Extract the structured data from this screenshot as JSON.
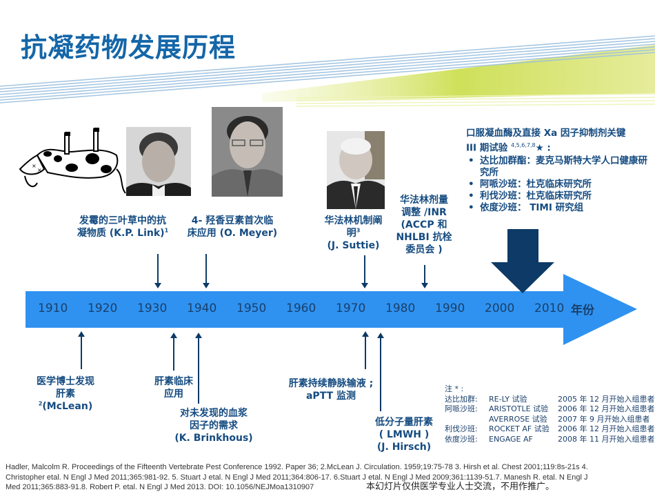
{
  "title": "抗凝药物发展历程",
  "colors": {
    "title": "#1466a8",
    "timeline_arrow": "#2f92f0",
    "dark_arrow": "#0d3a66",
    "label_text": "#154b80",
    "swoosh_green": "#d4e26a",
    "swoosh_blue": "#7fb4de"
  },
  "images": [
    {
      "name": "dead-cow-cartoon",
      "description": "cartoon of a cow lying on its back"
    },
    {
      "name": "portrait-link",
      "description": "portrait of K.P. Link"
    },
    {
      "name": "portrait-meyer",
      "description": "portrait of O. Meyer"
    },
    {
      "name": "portrait-suttie",
      "description": "portrait of J. Suttie"
    }
  ],
  "timeline": {
    "years": [
      "1910",
      "1920",
      "1930",
      "1940",
      "1950",
      "1960",
      "1970",
      "1980",
      "1990",
      "2000",
      "2010"
    ],
    "unit": "年份"
  },
  "events_above": [
    {
      "line1": "发霉的三叶草中的抗",
      "line2": "凝物质 (K.P. Link)",
      "sup": "1"
    },
    {
      "line1": "4- 羟香豆素首次临",
      "line2": "床应用 (O. Meyer)"
    },
    {
      "line1": "华法林机制阐",
      "line2": "明",
      "sup": "3",
      "line3": "(J. Suttie)"
    },
    {
      "line1": "华法林剂量",
      "line2": "调整 /INR",
      "line3": "(ACCP 和",
      "line4": "NHLBI 抗栓",
      "line5": "委员会 )"
    }
  ],
  "events_below": [
    {
      "line1": "医学博士发现",
      "line2": "肝素",
      "sup": "2",
      "line3": "(McLean)"
    },
    {
      "line1": "肝素临床",
      "line2": "应用"
    },
    {
      "line1": "对未发现的血浆",
      "line2": "因子的需求",
      "line3": "(K. Brinkhous)"
    },
    {
      "line1": "肝素持续静脉输液 ;",
      "line2": "aPTT 监测"
    },
    {
      "line1": "低分子量肝素",
      "line2": "( LMWH )",
      "line3": "(J. Hirsch)"
    }
  ],
  "trials": {
    "heading1": "口服凝血酶及直接 Xa 因子抑制剂关键",
    "heading2": "III 期试验",
    "heading_sup": "4,5,6,7,8",
    "heading_suffix": "★ :",
    "items": [
      {
        "text": "达比加群酯：麦克马斯特大学人口健康研究所"
      },
      {
        "text": "阿哌沙班：杜克临床研究所"
      },
      {
        "text": "利伐沙班：杜克临床研究所"
      },
      {
        "text": "依度沙班： TIMI 研究组"
      }
    ]
  },
  "notes": {
    "header": "注 * :",
    "rows": [
      {
        "drug": "达比加群:",
        "trial": "RE-LY 试验",
        "date": "2005 年 12 月开始入组患者"
      },
      {
        "drug": "阿哌沙班:",
        "trial": "ARISTOTLE 试验",
        "date": "2006 年 12 月开始入组患者"
      },
      {
        "drug": "",
        "trial": "AVERROSE 试验",
        "date": "2007 年 9 月开始入组患者"
      },
      {
        "drug": "利伐沙班:",
        "trial": "ROCKET AF 试验",
        "date": "2006 年 12 月开始入组患者"
      },
      {
        "drug": "依度沙班:",
        "trial": "ENGAGE AF",
        "date": "2008 年 11 月开始入组患者"
      }
    ]
  },
  "references": {
    "line1": "Hadler, Malcolm R. Proceedings of the Fifteenth Vertebrate Pest Conference 1992. Paper 36; 2.McLean J. Circulation. 1959;19:75-78 3. Hirsh et al. Chest 2001;119:8s-21s 4.",
    "line2": "Christopher etal. N Engl J Med 2011;365:981-92. 5. Stuart J etal. N Engl J Med 2011;364:806-17. 6.Stuart J etal. N Engl J Med 2009;361:1139-51.7. Manesh R. etal. N Engl J",
    "line3": "Med 2011;365:883-91.8. Robert P. etal. N Engl J Med 2013. DOI: 10.1056/NEJMoa1310907"
  },
  "disclaimer": "本幻灯片仅供医学专业人士交流，不用作推广。"
}
